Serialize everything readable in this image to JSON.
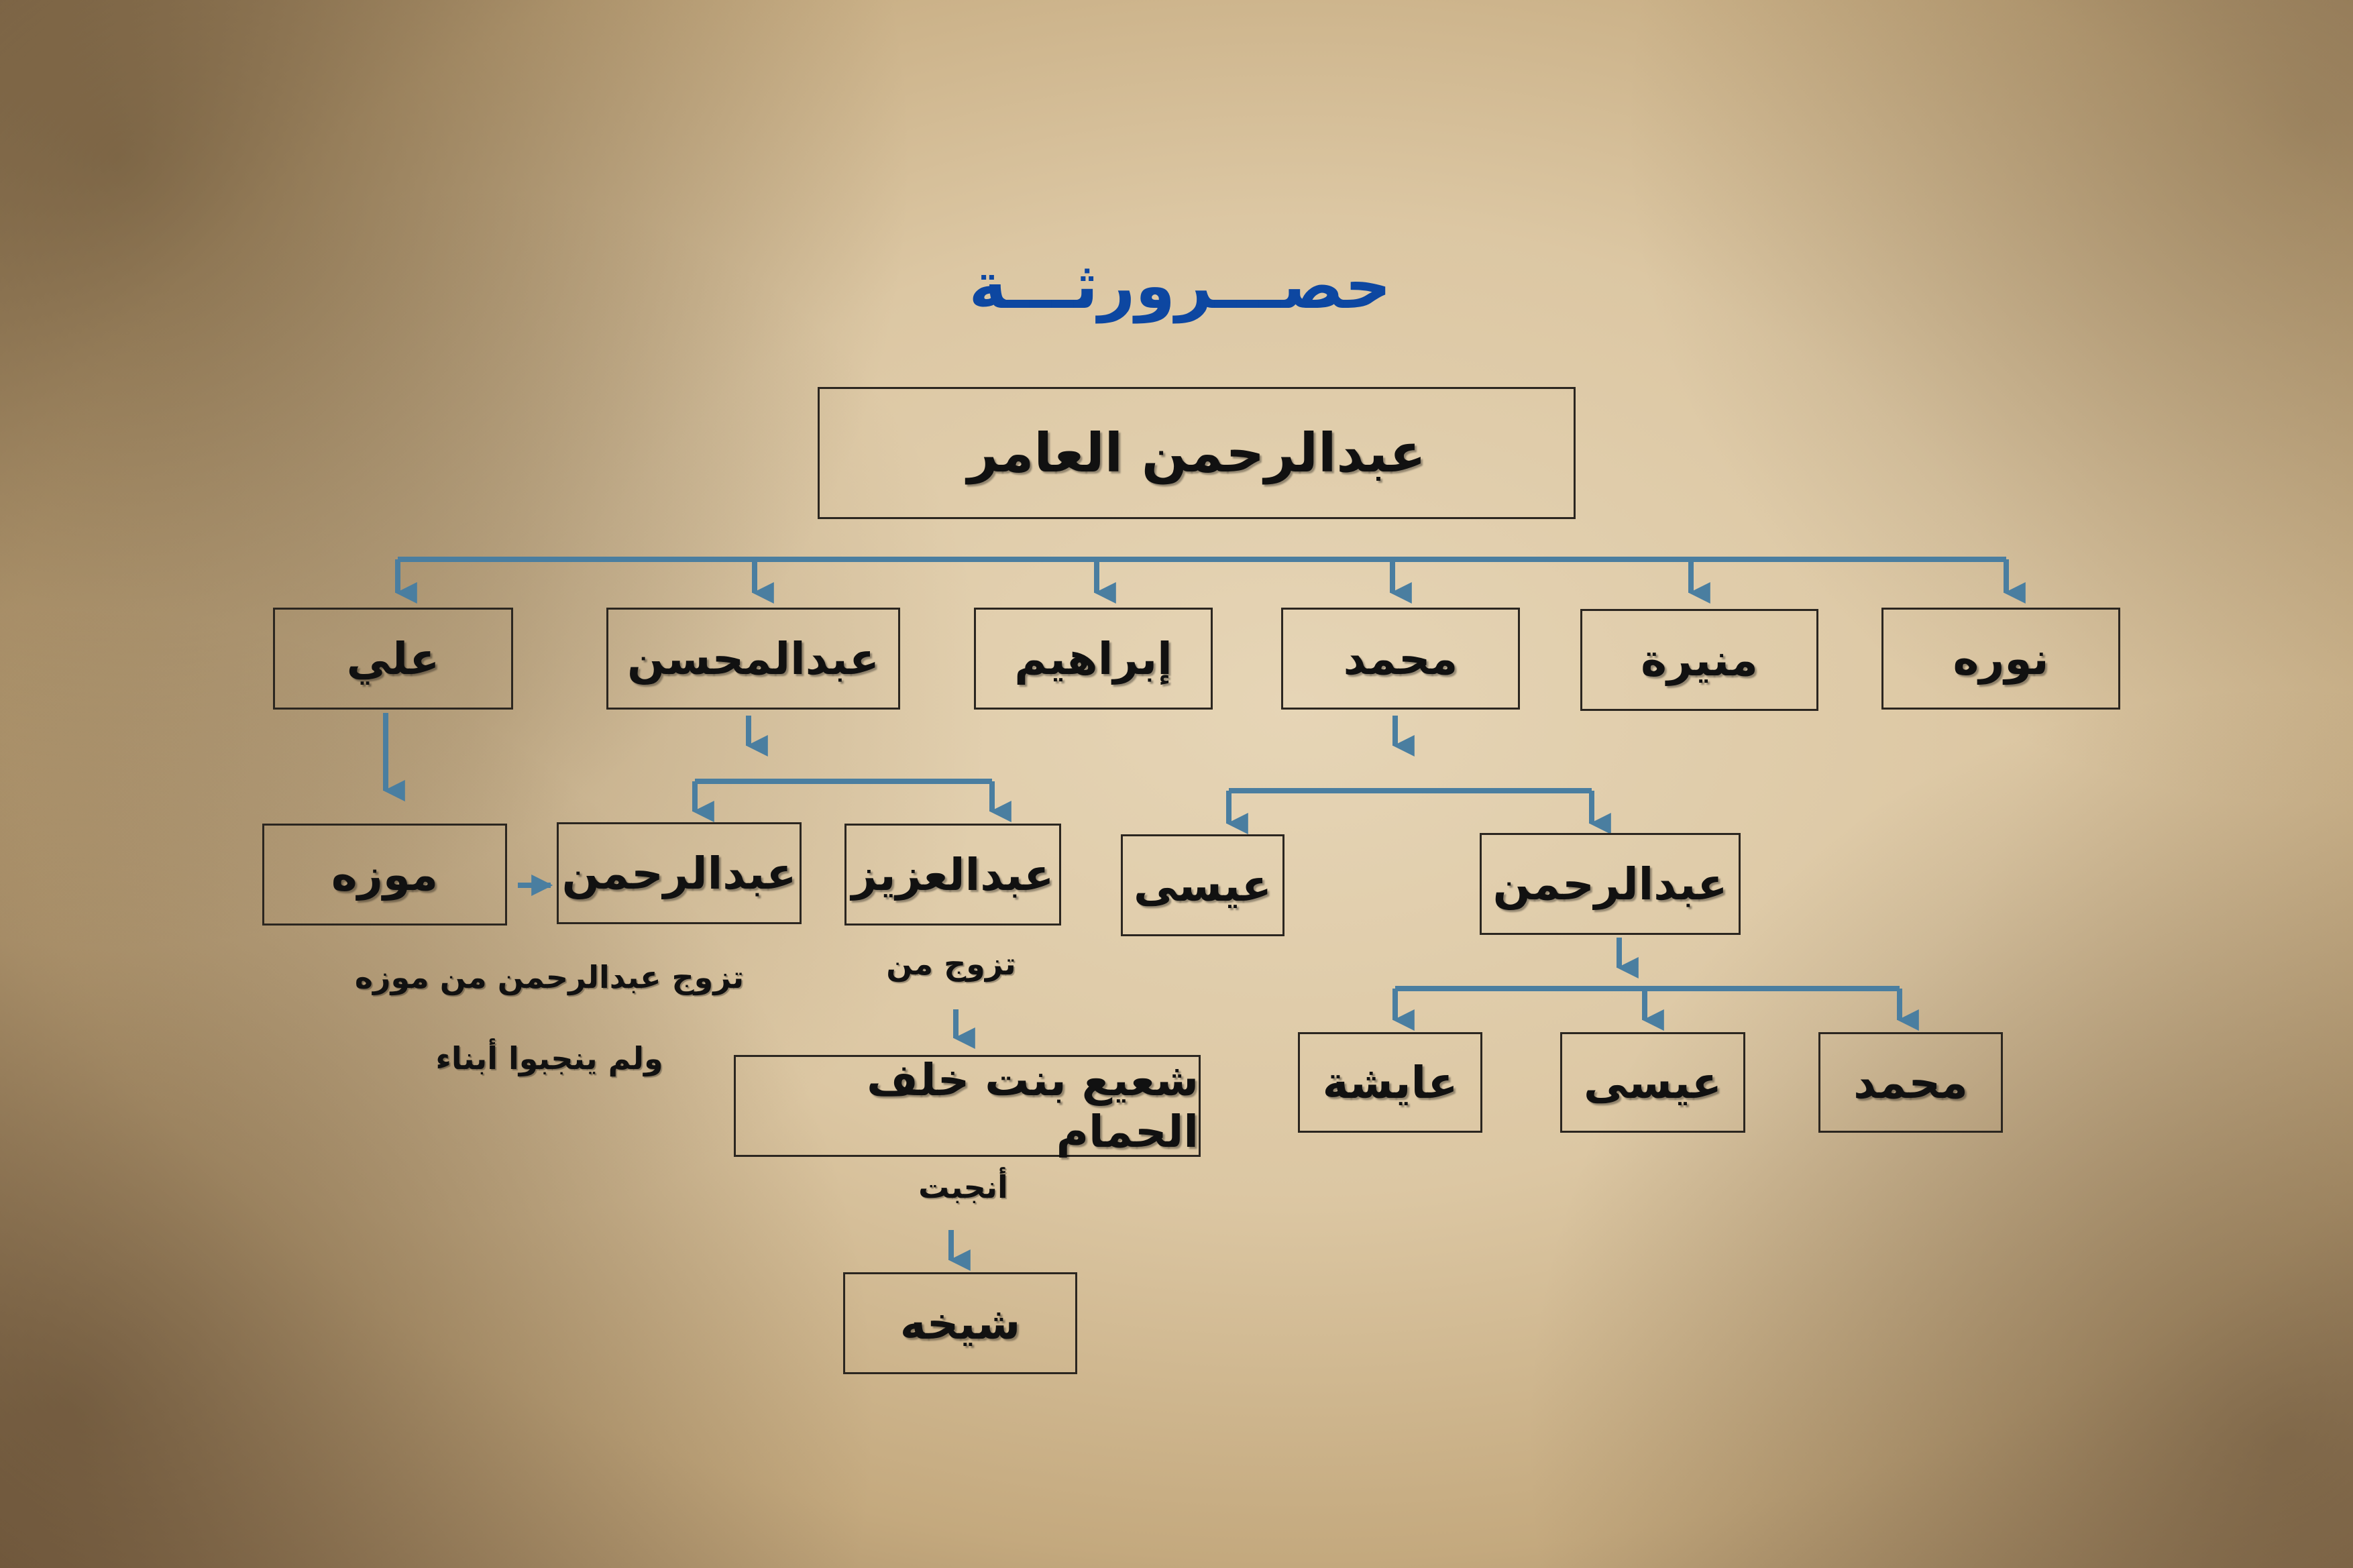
{
  "title": "حصـــرورثـــة",
  "root": "عبدالرحمن العامر",
  "children": [
    "علي",
    "عبدالمحسن",
    "إبراهيم",
    "محمد",
    "منيرة",
    "نوره"
  ],
  "ali_branch": {
    "spouse": "موزه"
  },
  "abdulmohsen_children": [
    "عبدالرحمن",
    "عبدالعزيز"
  ],
  "mohammed_children": [
    "عيسى",
    "عبدالرحمن"
  ],
  "abdulrahman_children": [
    "عايشة",
    "عيسى",
    "محمد"
  ],
  "notes": {
    "marriage": "تزوج عبدالرحمن من موزه",
    "no_children": "ولم ينجبوا أبناء",
    "married_to": "تزوج من",
    "bore": "أنجبت"
  },
  "abdulaziz_spouse": "شعيع بنت خلف الحمام",
  "abdulaziz_daughter": "شيخه",
  "colors": {
    "title": "#0d47a1",
    "connector": "#4a7ea0"
  }
}
